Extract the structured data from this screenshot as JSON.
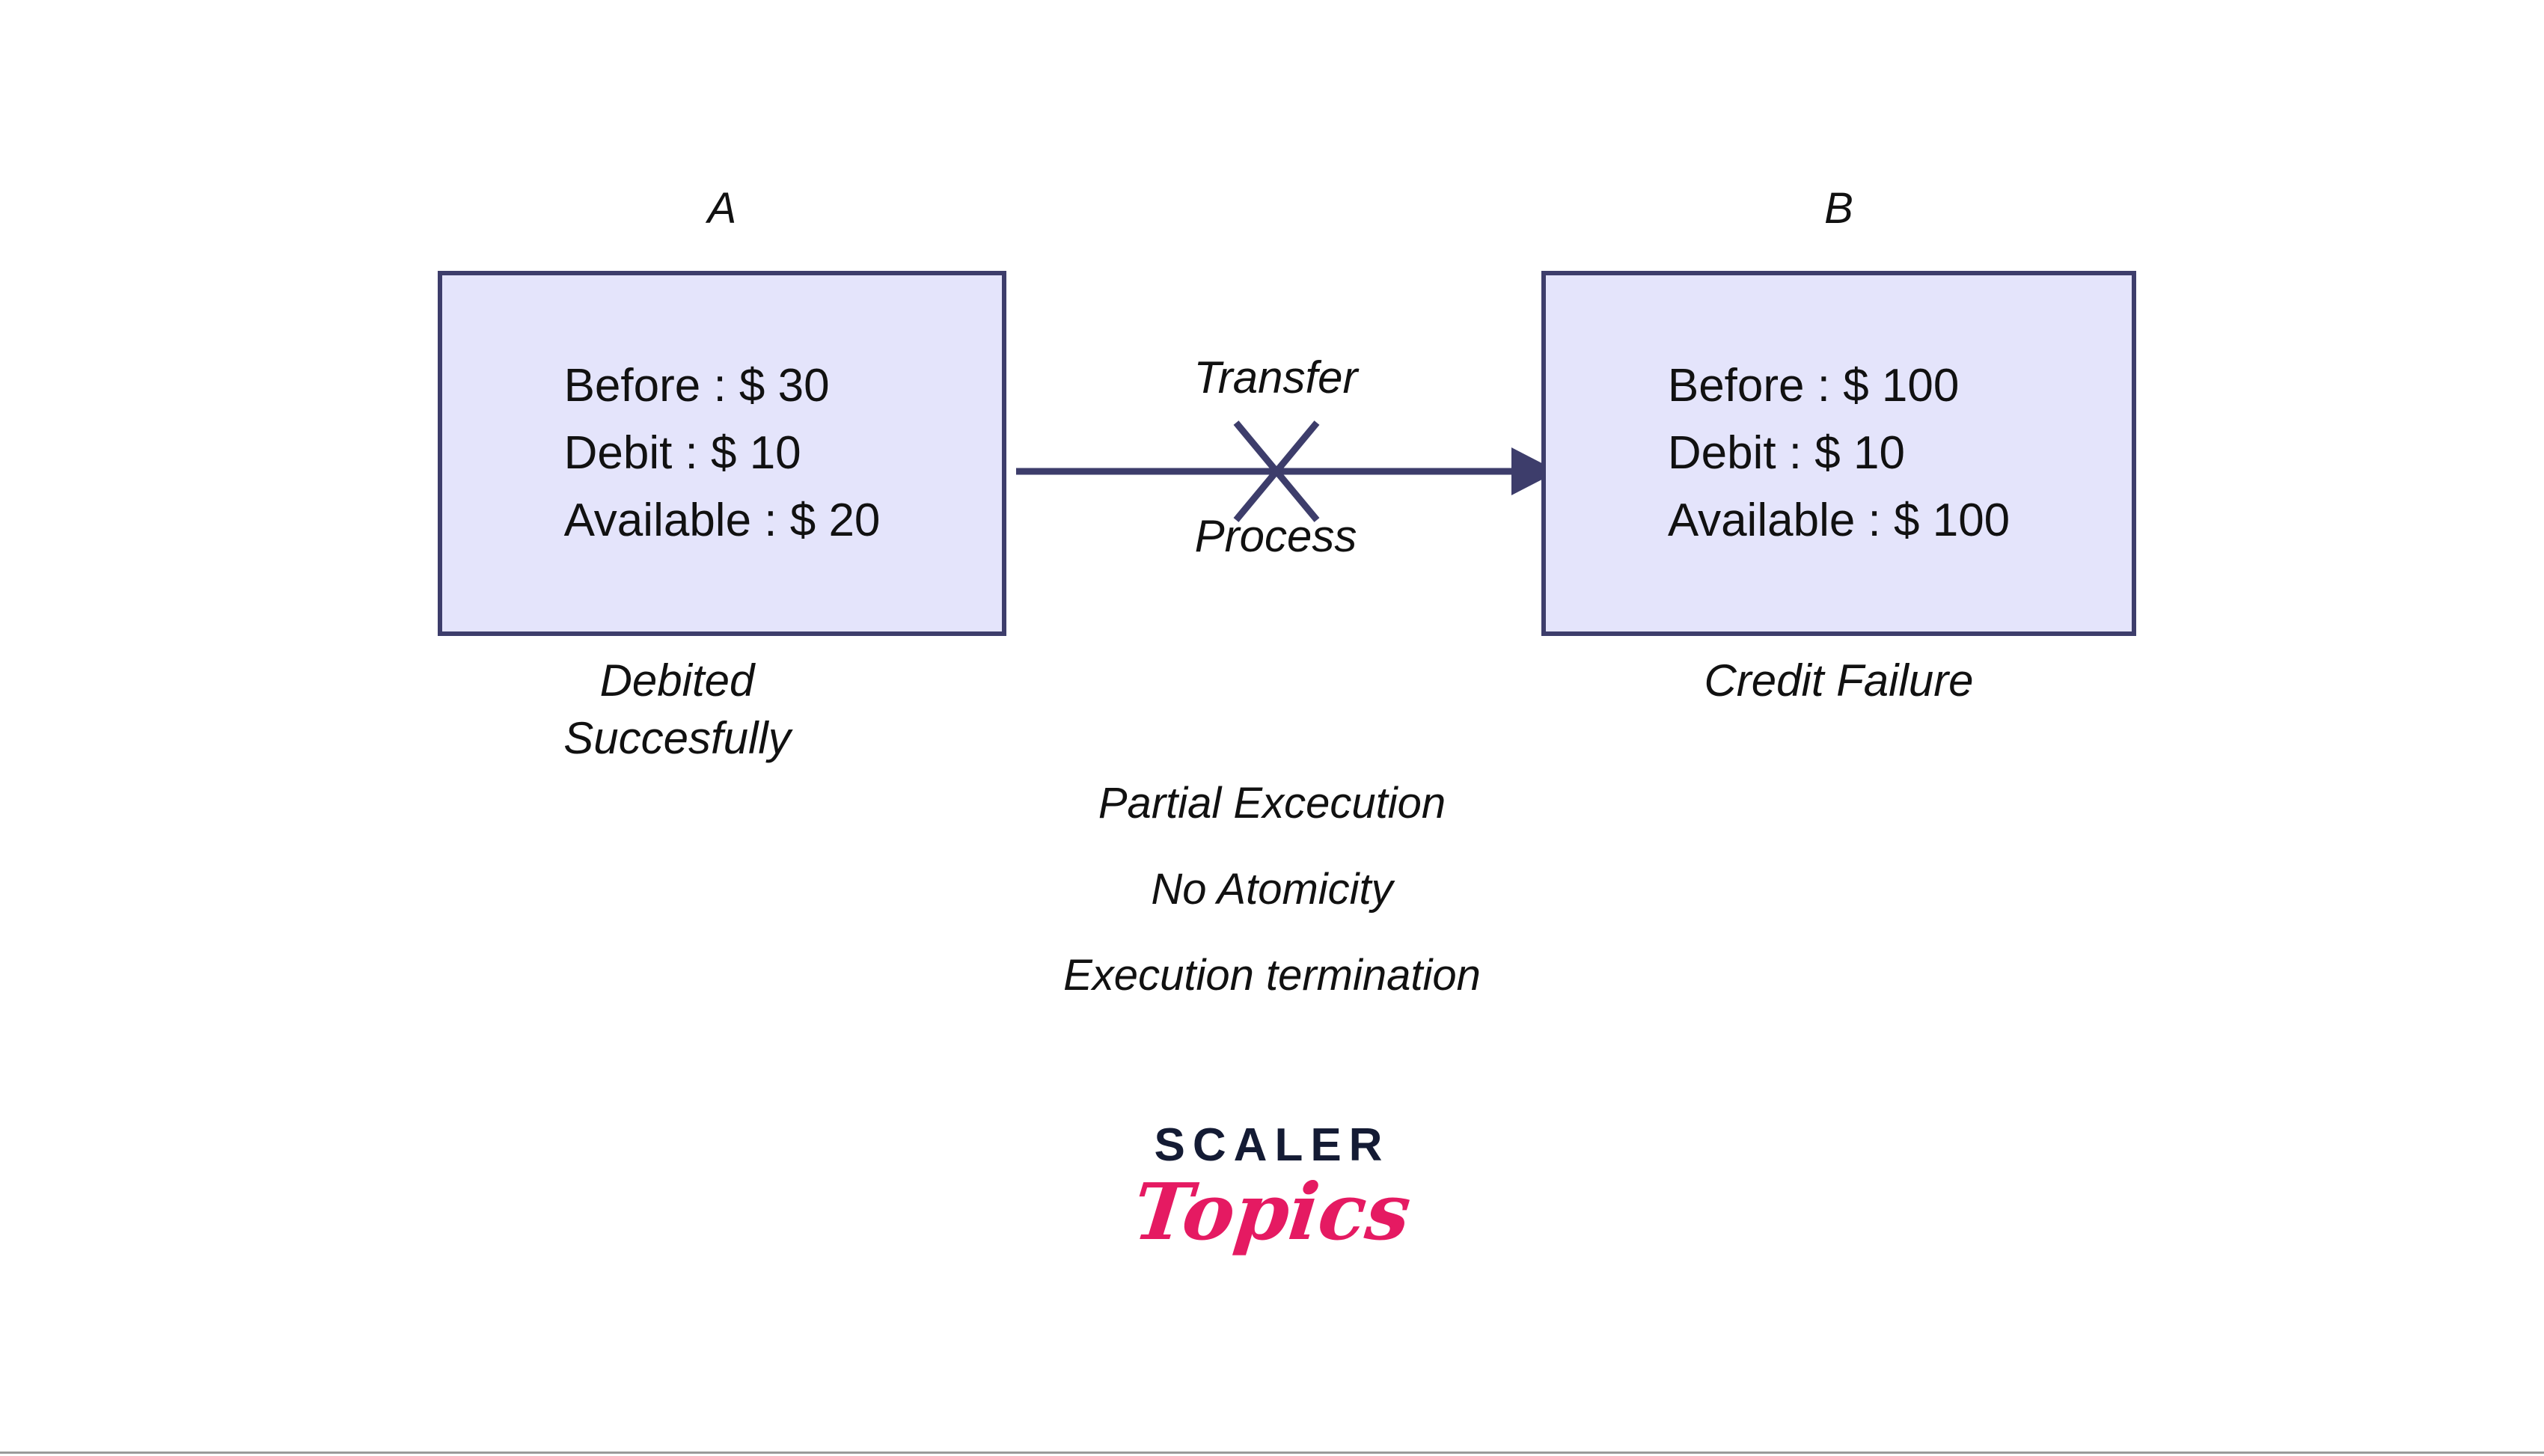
{
  "diagram": {
    "accounts": [
      {
        "label": "A",
        "lines": [
          "Before : $ 30",
          "Debit : $ 10",
          "Available : $ 20"
        ],
        "caption_line1": "Debited",
        "caption_line2": "Succesfully"
      },
      {
        "label": "B",
        "lines": [
          "Before : $ 100",
          "Debit : $ 10",
          "Available : $ 100"
        ],
        "caption_line1": "Credit Failure",
        "caption_line2": ""
      }
    ],
    "flow": {
      "label_above": "Transfer",
      "label_below": "Process",
      "failure_mark": "x-cross"
    },
    "notes": [
      "Partial Excecution",
      "No Atomicity",
      "Execution termination"
    ]
  },
  "logo": {
    "wordmark": "SCALER",
    "script": "Topics"
  },
  "colors": {
    "box_fill": "#e4e4fb",
    "box_border": "#3d3d6b",
    "arrow": "#3d3d6b",
    "text": "#111111",
    "logo_dark": "#141b34",
    "logo_pink": "#e51a62",
    "rule": "#9a9a9a"
  }
}
